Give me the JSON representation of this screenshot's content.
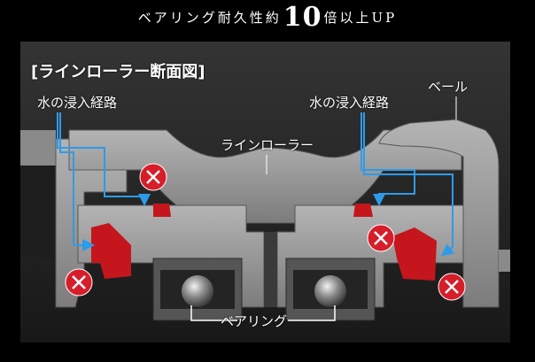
{
  "headline": {
    "pre": "ベアリング耐久性約",
    "number": "10",
    "post": "倍以上UP"
  },
  "diagram": {
    "title": "[ラインローラー断面図]",
    "labels": {
      "water_path_left": "水の浸入経路",
      "water_path_right": "水の浸入経路",
      "bail": "ベール",
      "line_roller": "ラインローラー",
      "bearing": "ベアリング"
    },
    "colors": {
      "background": "#000000",
      "panel": "#2a2a2a",
      "metal": "#9d9d9d",
      "seal": "#c4161c",
      "water_path": "#2e9bea",
      "x_mark": "#d61e2a"
    },
    "icons": [
      "x-mark-icon",
      "x-mark-icon",
      "x-mark-icon",
      "x-mark-icon"
    ]
  }
}
